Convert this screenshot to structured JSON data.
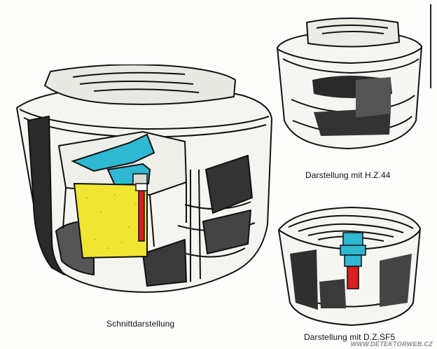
{
  "captions": {
    "main": "Schnittdarstellung",
    "hz44": "Darstellung mit H.Z.44",
    "dzsf5": "Darstellung mit D.Z.SF5"
  },
  "watermark": "WWW.DETEKTORWEB.CZ",
  "colors": {
    "ink": "#111111",
    "cyan": "#2eb8d2",
    "yellow": "#f0e632",
    "red": "#d81e1e",
    "paper": "#fdfdfb"
  }
}
